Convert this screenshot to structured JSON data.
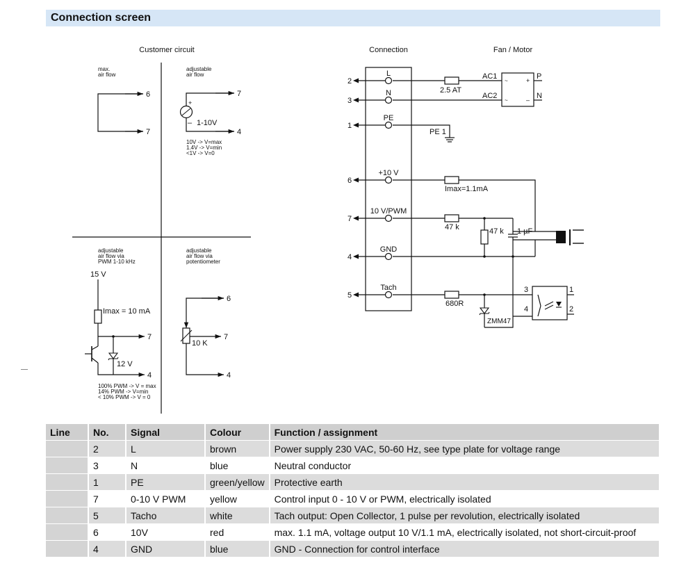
{
  "header": {
    "title": "Connection screen"
  },
  "customer": {
    "title": "Customer circuit",
    "q1": {
      "label1": "max.",
      "label2": "air flow",
      "t6": "6",
      "t7": "7"
    },
    "q2": {
      "label1": "adjustable",
      "label2": "air flow",
      "plus": "+",
      "minus": "–",
      "volt": "1-10V",
      "t7": "7",
      "t4": "4",
      "n1": "10V -> V=max",
      "n2": "1.4V -> V=min",
      "n3": "<1V -> V=0"
    },
    "q3": {
      "label1": "adjustable",
      "label2": "air flow via",
      "label3": "PWM 1-10 kHz",
      "v15": "15 V",
      "imax": "Imax = 10 mA",
      "z": "12 V",
      "t7": "7",
      "t4": "4",
      "n1": "100% PWM -> V = max",
      "n2": "14%  PWM -> V=min",
      "n3": "< 10% PWM -> V = 0"
    },
    "q4": {
      "label1": "adjustable",
      "label2": "air flow via",
      "label3": "potentiometer",
      "pot": "10 K",
      "t6": "6",
      "t7": "7",
      "t4": "4"
    }
  },
  "connection": {
    "title": "Connection",
    "fan_title": "Fan / Motor",
    "terminals": [
      {
        "num": "2",
        "sig": "L"
      },
      {
        "num": "3",
        "sig": "N"
      },
      {
        "num": "1",
        "sig": "PE"
      },
      {
        "num": "6",
        "sig": "+10 V"
      },
      {
        "num": "7",
        "sig": "10 V/PWM"
      },
      {
        "num": "4",
        "sig": "GND"
      },
      {
        "num": "5",
        "sig": "Tach"
      }
    ],
    "fuse": "2.5 AT",
    "ac1": "AC1",
    "ac2": "AC2",
    "p": "P",
    "n": "N",
    "pe1": "PE 1",
    "imax": "Imax=1.1mA",
    "r47": "47 k",
    "r47b": "47 k",
    "cap": "1 µF",
    "r680": "680R",
    "zmm": "ZMM47",
    "opto1": "1",
    "opto2": "2",
    "opto3": "3",
    "opto4": "4"
  },
  "table": {
    "headers": [
      "Line",
      "No.",
      "Signal",
      "Colour",
      "Function / assignment"
    ],
    "rows": [
      {
        "line": "",
        "no": "2",
        "signal": "L",
        "colour": "brown",
        "func": "Power supply 230 VAC, 50-60 Hz, see type plate for voltage range"
      },
      {
        "line": "",
        "no": "3",
        "signal": "N",
        "colour": "blue",
        "func": "Neutral conductor"
      },
      {
        "line": "",
        "no": "1",
        "signal": "PE",
        "colour": "green/yellow",
        "func": "Protective earth"
      },
      {
        "line": "",
        "no": "7",
        "signal": "0-10 V PWM",
        "colour": "yellow",
        "func": "Control input 0 - 10 V or PWM, electrically isolated"
      },
      {
        "line": "",
        "no": "5",
        "signal": "Tacho",
        "colour": "white",
        "func": "Tach output: Open Collector, 1 pulse per revolution, electrically isolated"
      },
      {
        "line": "",
        "no": "6",
        "signal": "10V",
        "colour": "red",
        "func": "max. 1.1 mA, voltage output 10 V/1.1 mA, electrically isolated, not short-circuit-proof"
      },
      {
        "line": "",
        "no": "4",
        "signal": "GND",
        "colour": "blue",
        "func": "GND - Connection for control interface"
      }
    ]
  }
}
